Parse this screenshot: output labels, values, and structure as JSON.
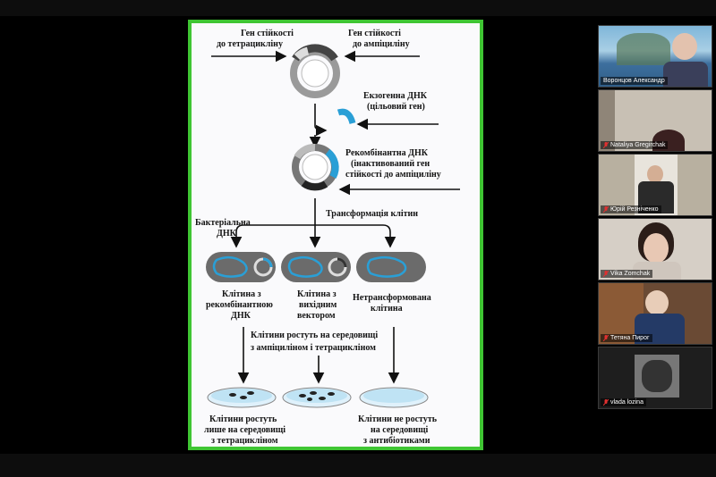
{
  "slide": {
    "gene_tet": [
      "Ген стійкості",
      "до тетрацикліну"
    ],
    "gene_amp": [
      "Ген стійкості",
      "до ампіциліну"
    ],
    "exogenous": [
      "Екзогенна ДНК",
      "(цільовий ген)"
    ],
    "recombinant": [
      "Рекомбінантна ДНК",
      "(інактивований ген",
      "стійкості до ампіциліну"
    ],
    "transformation": "Трансформація клітин",
    "bacterial_dna": [
      "Бактеріальна",
      "ДНК"
    ],
    "cell_recombinant": [
      "Клітина з",
      "рекомбінантною",
      "ДНК"
    ],
    "cell_vector": [
      "Клітина з",
      "вихідним",
      "вектором"
    ],
    "cell_untransformed": [
      "Нетрансформована",
      "клітина"
    ],
    "grow_medium": [
      "Клітини ростуть на середовищі",
      "з ампіциліном і тетрацикліном"
    ],
    "result_tet": [
      "Клітини ростуть",
      "лише на середовищі",
      "з тетрацикліном"
    ],
    "result_none": [
      "Клітини не ростуть",
      "на середовищі",
      "з антибіотиками"
    ]
  },
  "participants": [
    {
      "name": "Воронцов Александр",
      "muted": false
    },
    {
      "name": "Nataliya Gregirchak",
      "muted": true
    },
    {
      "name": "Юрій Резніченко",
      "muted": true
    },
    {
      "name": "Vika Zomchak",
      "muted": true
    },
    {
      "name": "Тетяна Пирог",
      "muted": true
    },
    {
      "name": "vlada lozina",
      "muted": true
    }
  ],
  "colors": {
    "slide_border": "#3fc533",
    "mic_muted": "#e03030",
    "accent_blue": "#2a9fd6"
  }
}
